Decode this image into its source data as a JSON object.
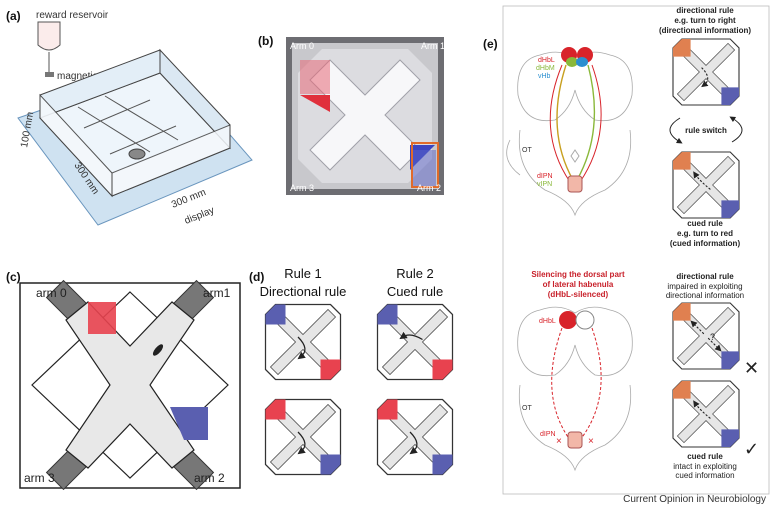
{
  "panels": {
    "a": {
      "label": "(a)",
      "reward": "reward reservoir",
      "valve": "magnetic valve",
      "height": "100 mm",
      "depth": "300 mm",
      "width": "300 mm",
      "display": "display"
    },
    "b": {
      "label": "(b)",
      "arms": [
        "Arm 0",
        "Arm 1",
        "Arm 3",
        "Arm 2"
      ]
    },
    "c": {
      "label": "(c)",
      "arms": [
        "arm 0",
        "arm1",
        "arm 3",
        "arm 2"
      ]
    },
    "d": {
      "label": "(d)",
      "rule1_title": "Rule 1",
      "rule1_sub": "Directional rule",
      "rule2_title": "Rule 2",
      "rule2_sub": "Cued rule"
    },
    "e": {
      "label": "(e)",
      "top_labels": [
        "dHbL",
        "dHbM",
        "vHb"
      ],
      "ot": "OT",
      "ipn": [
        "dIPN",
        "vIPN"
      ],
      "dir_rule_title": "directional rule",
      "dir_rule_eg": "e.g. turn to right",
      "dir_rule_info": "(directional information)",
      "rule_switch": "rule switch",
      "cued_rule_title": "cued rule",
      "cued_rule_eg": "e.g. turn to red",
      "cued_rule_info": "(cued information)",
      "silence_title": [
        "Silencing the dorsal part",
        "of lateral habenula",
        "(dHbL-silenced)"
      ],
      "silenced_label": "dHbL",
      "ot2": "OT",
      "ipn2": "dIPN",
      "impaired": [
        "directional rule",
        "impaired in exploiting",
        "directional information"
      ],
      "question": "?",
      "intact": [
        "cued rule",
        "intact in exploiting",
        "cued information"
      ]
    }
  },
  "colors": {
    "red": "#e8424f",
    "blue": "#5a5fb0",
    "orange": "#e08050",
    "gray": "#7a7a7a",
    "dHbL": "#d8232a",
    "dHbM": "#8ab83a",
    "vHb": "#2a8fd0"
  },
  "credit": "Current Opinion in Neurobiology"
}
